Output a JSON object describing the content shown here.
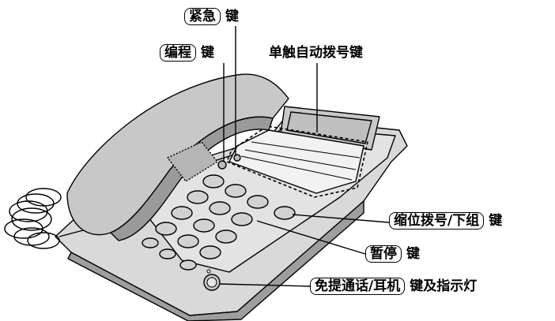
{
  "labels": {
    "emergency_key": "紧急",
    "emergency_suffix": "键",
    "program_key": "编程",
    "program_suffix": "键",
    "one_touch": "单触自动拨号键",
    "redial_key": "缩位拨号/下组",
    "redial_suffix": "键",
    "pause_key": "暂停",
    "pause_suffix": "键",
    "speaker_key": "免提通话/耳机",
    "speaker_suffix": "键及指示灯"
  },
  "colors": {
    "body": "#d6d6d6",
    "body_dark": "#a9a9a9",
    "line": "#000000"
  },
  "icons": [
    "telephone-illustration"
  ]
}
